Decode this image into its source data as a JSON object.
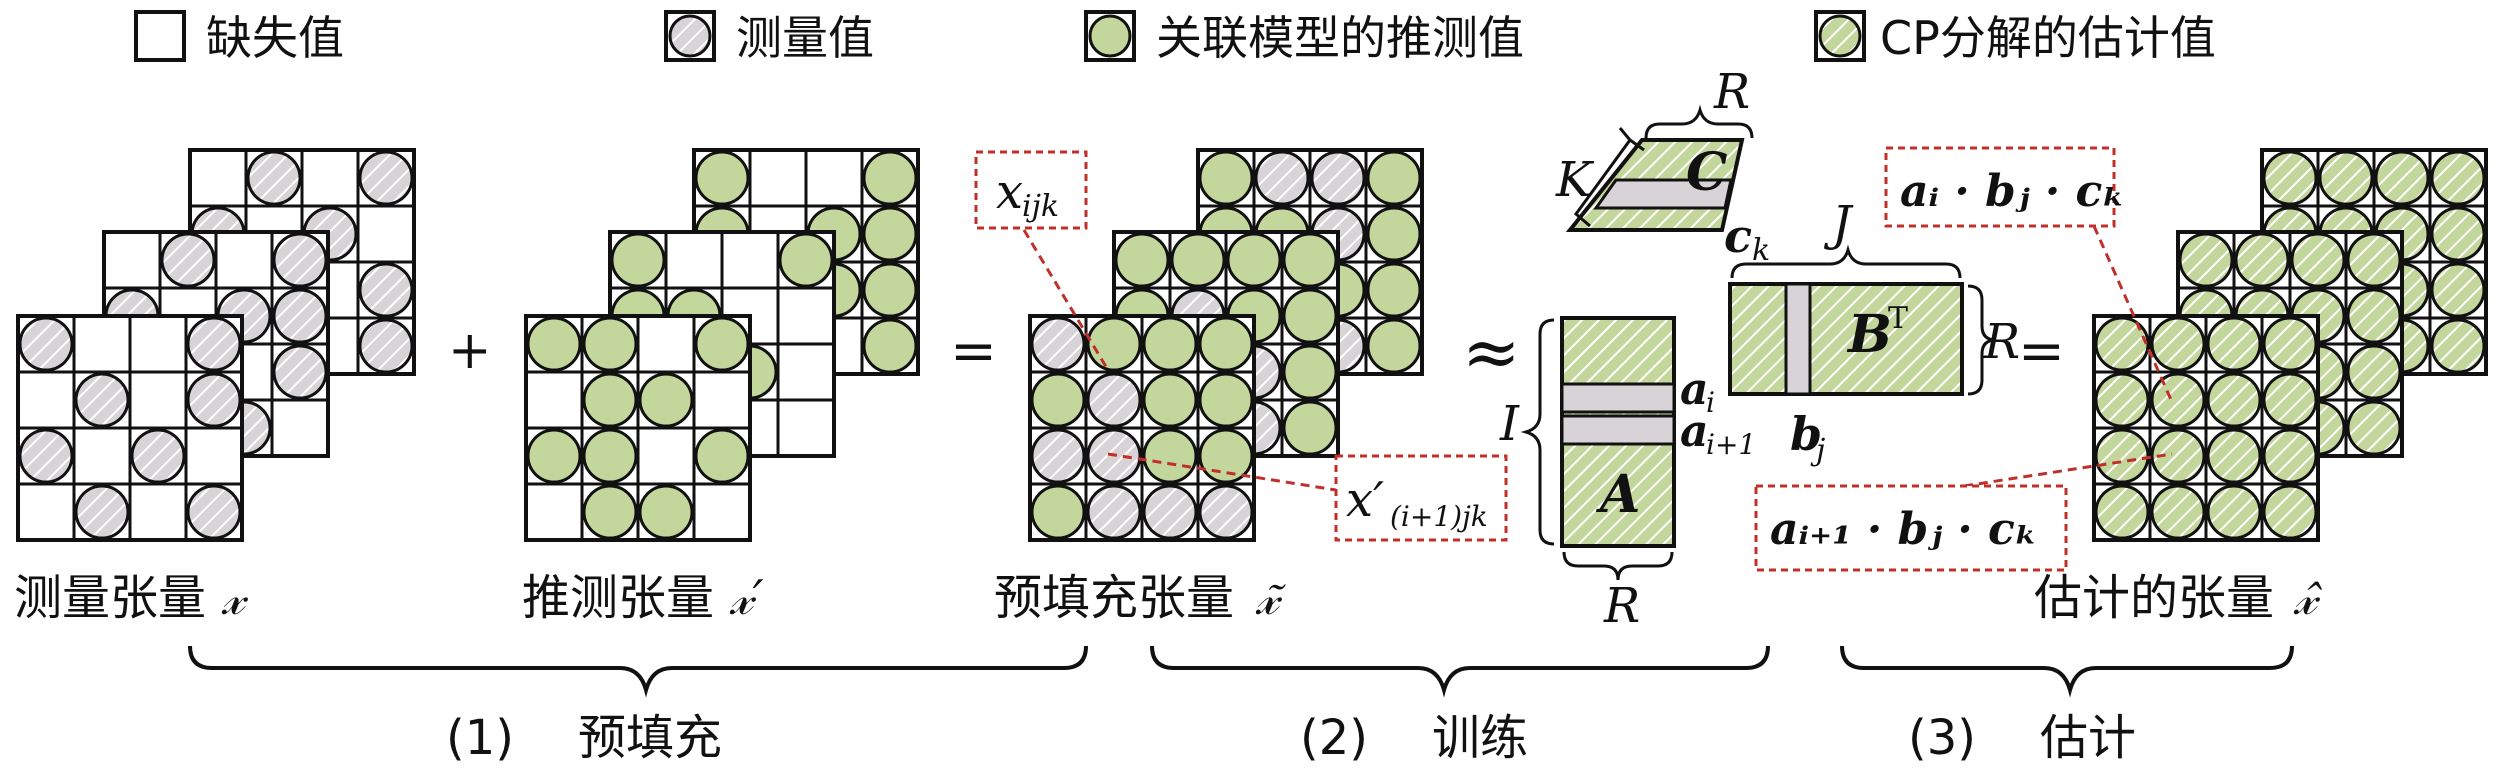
{
  "legend": {
    "missing": "缺失值",
    "measured": "测量值",
    "inferred": "关联模型的推测值",
    "cp_estimate": "CP分解的估计值"
  },
  "grids": {
    "measured_label": "测量张量",
    "measured_symbol": "𝓍",
    "inferred_label": "推测张量",
    "inferred_symbol": "𝓍′",
    "prefilled_label": "预填充张量",
    "prefilled_symbol": "𝓍̃",
    "estimated_label": "估计的张量",
    "estimated_symbol": "𝓍̂"
  },
  "operators": {
    "plus": "+",
    "equals": "=",
    "approx": "≈",
    "equals2": "="
  },
  "callouts": {
    "xijk": "x",
    "xijk_sub": "ijk",
    "xprime": "x′",
    "xprime_sub": "(i+1)jk",
    "product1": "𝒂ᵢ · 𝒃ⱼ · 𝒄ₖ",
    "product2": "𝒂ᵢ₊₁ · 𝒃ⱼ · 𝒄ₖ"
  },
  "factors": {
    "A": "A",
    "B": "B",
    "B_sup": "T",
    "C": "C",
    "dim_R": "R",
    "dim_I": "I",
    "dim_J": "J",
    "dim_K": "K",
    "a_i": "a",
    "a_i_sub": "i",
    "a_i1": "a",
    "a_i1_sub": "i+1",
    "b_j": "b",
    "b_j_sub": "j",
    "c_k": "c",
    "c_k_sub": "k"
  },
  "stages": [
    {
      "label": "(1)",
      "name": "预填充"
    },
    {
      "label": "(2)",
      "name": "训练"
    },
    {
      "label": "(3)",
      "name": "估计"
    }
  ],
  "colors": {
    "green": "#c3d69b",
    "grey": "#d8d3d6",
    "red": "#c0302b",
    "stroke": "#111111"
  }
}
